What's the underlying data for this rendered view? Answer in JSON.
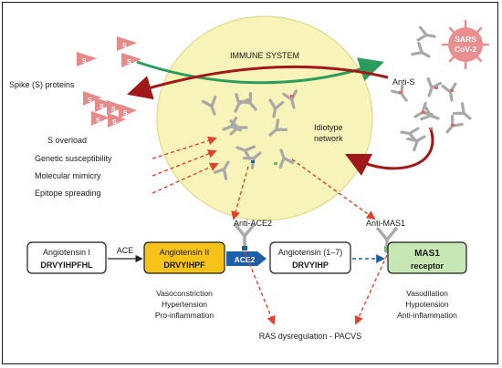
{
  "immune_system_label": "IMMUNE SYSTEM",
  "spike": {
    "letter": "S",
    "label": "Spike (S) proteins",
    "overload_label": "S overload"
  },
  "virus": {
    "line1": "SARS",
    "line2": "CoV-2"
  },
  "anti_s_label": "Anti-S",
  "idiotype_label": {
    "line1": "Idiotype",
    "line2": "network"
  },
  "triggers": [
    "Genetic susceptibility",
    "Molecular mimicry",
    "Epitope spreading"
  ],
  "pathway": {
    "ang1": {
      "name": "Angiotensin I",
      "seq": "DRVYIHPFHL"
    },
    "ace_label": "ACE",
    "ang2": {
      "name": "Angiotensin II",
      "seq": "DRVYIHPF"
    },
    "ace2_label": "ACE2",
    "ang17": {
      "name": "Angiotensin (1–7)",
      "seq": "DRVYIHP"
    },
    "mas1": {
      "name": "MAS1",
      "sub": "receptor"
    }
  },
  "anti_ace2_label": "Anti-ACE2",
  "anti_mas1_label": "Anti-MAS1",
  "effects_left": [
    "Vasoconstriction",
    "Hypertension",
    "Pro-inflammation"
  ],
  "effects_right": [
    "Vasodilation",
    "Hypotension",
    "Anti-inflammation"
  ],
  "outcome_label": "RAS dysregulation - PACVS",
  "colors": {
    "ellipse_fill": "#f8f3b8",
    "ellipse_stroke": "#e3d98a",
    "spike_pink": "#e68a8a",
    "virus_pink": "#e98f8f",
    "ang2_fill": "#f7c319",
    "mas1_fill": "#c7e8b4",
    "ace2_blue": "#1f5fa8",
    "red_arrow": "#e0432b",
    "dark_red": "#a01818",
    "antibody_gray": "#a9a9a9"
  }
}
